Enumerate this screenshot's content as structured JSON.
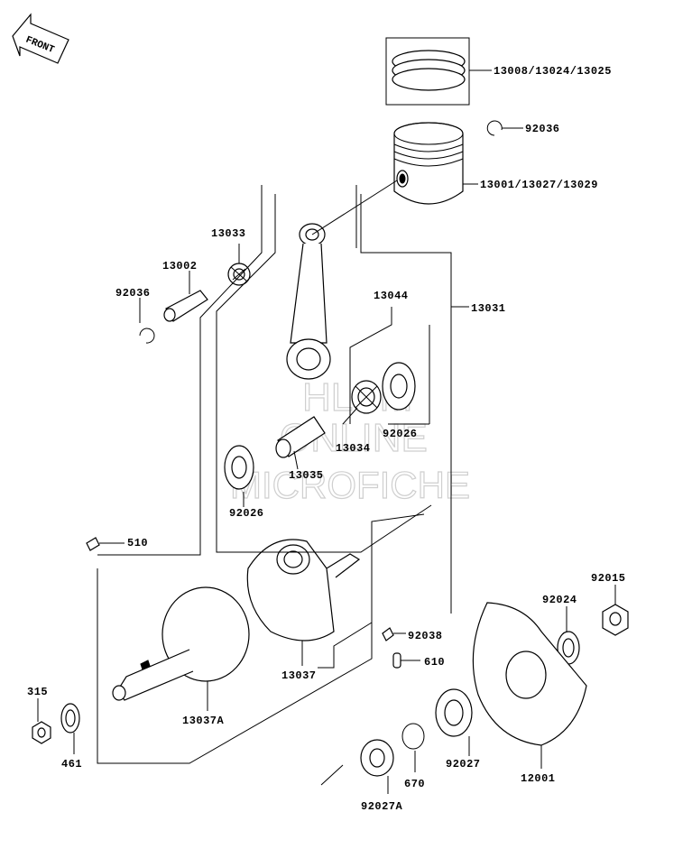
{
  "front_badge": {
    "text": "FRONT"
  },
  "watermark": {
    "line1": "HLSM",
    "line2": "ONLINE",
    "line3": "MICROFICHE"
  },
  "callouts": [
    {
      "id": "c-13008",
      "text": "13008/13024/13025"
    },
    {
      "id": "c-92036-top",
      "text": "92036"
    },
    {
      "id": "c-13001",
      "text": "13001/13027/13029"
    },
    {
      "id": "c-13033",
      "text": "13033"
    },
    {
      "id": "c-13002",
      "text": "13002"
    },
    {
      "id": "c-92036-left",
      "text": "92036"
    },
    {
      "id": "c-13044",
      "text": "13044"
    },
    {
      "id": "c-13031",
      "text": "13031"
    },
    {
      "id": "c-13034",
      "text": "13034"
    },
    {
      "id": "c-92026-right",
      "text": "92026"
    },
    {
      "id": "c-13035",
      "text": "13035"
    },
    {
      "id": "c-92026-left",
      "text": "92026"
    },
    {
      "id": "c-510",
      "text": "510"
    },
    {
      "id": "c-92015",
      "text": "92015"
    },
    {
      "id": "c-92024",
      "text": "92024"
    },
    {
      "id": "c-92038",
      "text": "92038"
    },
    {
      "id": "c-610",
      "text": "610"
    },
    {
      "id": "c-13037",
      "text": "13037"
    },
    {
      "id": "c-13037A",
      "text": "13037A"
    },
    {
      "id": "c-315",
      "text": "315"
    },
    {
      "id": "c-461",
      "text": "461"
    },
    {
      "id": "c-92027",
      "text": "92027"
    },
    {
      "id": "c-12001",
      "text": "12001"
    },
    {
      "id": "c-670",
      "text": "670"
    },
    {
      "id": "c-92027A",
      "text": "92027A"
    }
  ]
}
